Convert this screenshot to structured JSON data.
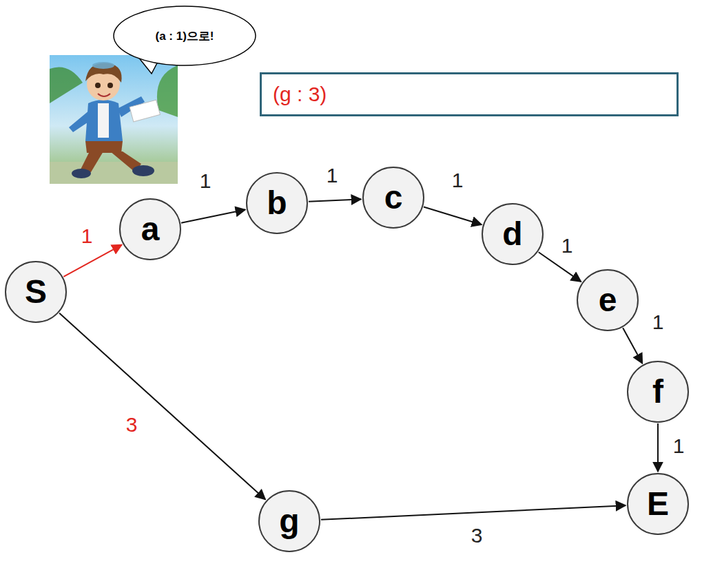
{
  "diagram": {
    "nodes": [
      {
        "text": [
          "(a : 1)으로!"
        ]
      },
      {
        "text": [
          "(g : 3)"
        ]
      },
      {
        "text": [
          "S"
        ]
      },
      {
        "text": [
          "a"
        ]
      },
      {
        "text": [
          "b"
        ]
      },
      {
        "text": [
          "c"
        ]
      },
      {
        "text": [
          "d"
        ]
      },
      {
        "text": [
          "e"
        ]
      },
      {
        "text": [
          "f"
        ]
      },
      {
        "text": [
          "E"
        ]
      },
      {
        "text": [
          "g"
        ]
      }
    ],
    "edges": [
      {
        "from": 2,
        "to": 3,
        "arrow": "to",
        "label": "1"
      },
      {
        "from": 3,
        "to": 4,
        "arrow": "to",
        "label": "1"
      },
      {
        "from": 4,
        "to": 5,
        "arrow": "to",
        "label": "1"
      },
      {
        "from": 5,
        "to": 6,
        "arrow": "to",
        "label": "1"
      },
      {
        "from": 6,
        "to": 7,
        "arrow": "to",
        "label": "1"
      },
      {
        "from": 7,
        "to": 8,
        "arrow": "to",
        "label": "1"
      },
      {
        "from": 8,
        "to": 9,
        "arrow": "to",
        "label": "1"
      },
      {
        "from": 2,
        "to": 10,
        "arrow": "to",
        "label": "3"
      },
      {
        "from": 10,
        "to": 9,
        "arrow": "to",
        "label": "3"
      }
    ]
  }
}
